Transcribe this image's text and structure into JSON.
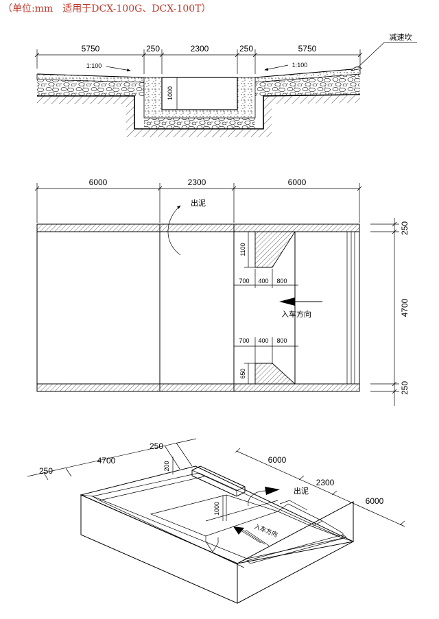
{
  "header": {
    "title": "（单位:mm　适用于DCX-100G、DCX-100T）"
  },
  "section": {
    "dims_top": [
      "5750",
      "250",
      "2300",
      "250",
      "5750"
    ],
    "slope_left": "1:100",
    "slope_right": "1:100",
    "pit_depth": "1000",
    "callout": "减速坎"
  },
  "plan": {
    "dims_top": [
      "6000",
      "2300",
      "6000"
    ],
    "mud_label": "出泥",
    "dim_1100": "1100",
    "dims_upper_row": [
      "700",
      "400",
      "800"
    ],
    "dims_lower_row": [
      "700",
      "400",
      "800"
    ],
    "dim_650": "650",
    "direction_label": "入车方向",
    "dims_right": [
      "250",
      "4700",
      "250"
    ]
  },
  "iso": {
    "dim_250_a": "250",
    "dim_4700": "4700",
    "dim_250_b": "250",
    "dim_200": "200",
    "dim_6000_a": "6000",
    "dim_2300": "2300",
    "dim_6000_b": "6000",
    "dim_1000": "1000",
    "mud_label": "出泥",
    "direction_label": "入车方向"
  }
}
